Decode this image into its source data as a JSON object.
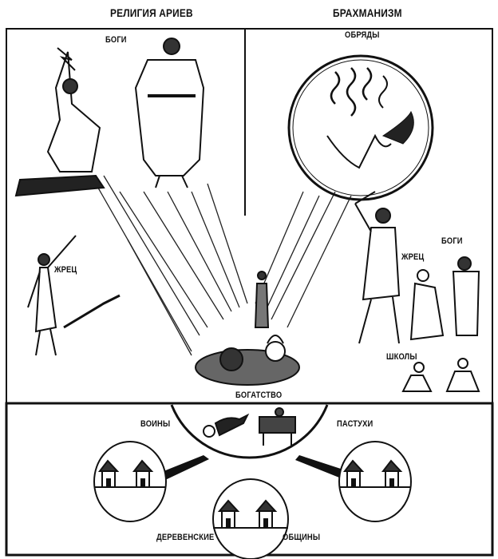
{
  "headings": {
    "left": "РЕЛИГИЯ АРИЕВ",
    "right": "БРАХМАНИЗМ"
  },
  "top_labels": {
    "gods_left": "БОГИ",
    "rites": "ОБРЯДЫ",
    "priest_left": "ЖРЕЦ",
    "priest_right": "ЖРЕЦ",
    "gods_right": "БОГИ",
    "schools": "ШКОЛЫ",
    "wealth": "БОГАТСТВО"
  },
  "bottom_labels": {
    "warriors": "ВОИНЫ",
    "herders": "ПАСТУХИ",
    "village": "ДЕРЕВЕНСКИЕ",
    "communities": "ОБЩИНЫ"
  },
  "colors": {
    "ink": "#111111",
    "paper": "#ffffff"
  }
}
